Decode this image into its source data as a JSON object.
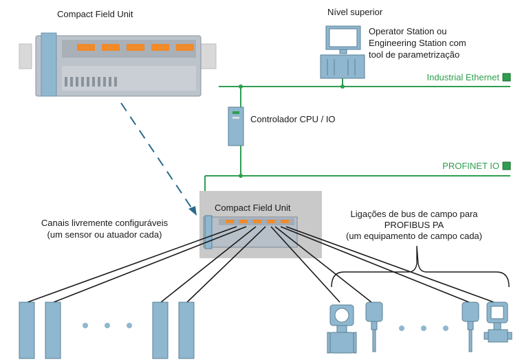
{
  "diagram": {
    "top_left_title": "Compact Field Unit",
    "upper_level": {
      "heading": "Nível superior",
      "desc_line1": "Operator Station ou",
      "desc_line2": "Engineering Station com",
      "desc_line3": "tool de parametrização"
    },
    "industrial_ethernet_label": "Industrial Ethernet",
    "controller_label": "Controlador CPU / IO",
    "profinet_label": "PROFINET IO",
    "center_unit_label": "Compact Field Unit",
    "left_channels": {
      "line1": "Canais livremente configuráveis",
      "line2": "(um sensor ou atuador cada)"
    },
    "fieldbus": {
      "line1": "Ligações de bus de campo para",
      "line2": "PROFIBUS PA",
      "line3": "(um equipamento de campo cada)"
    },
    "colors": {
      "network_green": "#2e9e4f",
      "device_blue": "#8fb7cf",
      "unit_gray": "#c9c9c9",
      "link_teal": "#2a6a8a"
    }
  }
}
